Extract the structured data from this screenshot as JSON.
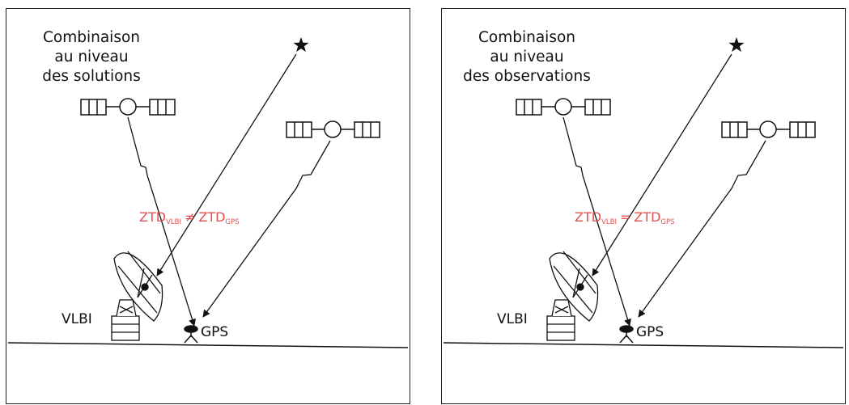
{
  "panels": [
    {
      "title_lines": [
        "Combinaison",
        "au niveau",
        "des solutions"
      ],
      "ztd": {
        "left_main": "ZTD",
        "left_sub": "VLBI",
        "relation": "≠",
        "right_main": "ZTD",
        "right_sub": "GPS"
      },
      "vlbi_label": "VLBI",
      "gps_label": "GPS"
    },
    {
      "title_lines": [
        "Combinaison",
        "au niveau",
        "des observations"
      ],
      "ztd": {
        "left_main": "ZTD",
        "left_sub": "VLBI",
        "relation": "=",
        "right_main": "ZTD",
        "right_sub": "GPS"
      },
      "vlbi_label": "VLBI",
      "gps_label": "GPS"
    }
  ],
  "colors": {
    "ztd_text": "#e05050",
    "lines": "#111111"
  },
  "icons": [
    "star-icon",
    "satellite-icon",
    "radio-telescope-icon",
    "gps-receiver-icon"
  ]
}
